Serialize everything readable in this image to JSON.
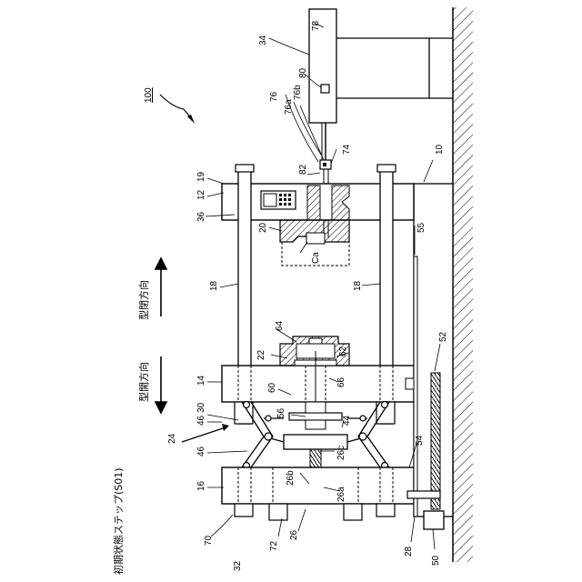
{
  "figure": {
    "step_caption": "初期状態ステップ(S01)",
    "direction_close": "型閉方向",
    "direction_open": "型開方向",
    "reference": "100"
  },
  "labels": {
    "r10": "10",
    "r12": "12",
    "r14": "14",
    "r16": "16",
    "r18a": "18",
    "r18b": "18",
    "r19": "19",
    "r20": "20",
    "r22": "22",
    "r24": "24",
    "r26": "26",
    "r26a": "26a",
    "r26b": "26b",
    "r26c": "26c",
    "r28": "28",
    "r30": "30",
    "r32": "32",
    "r34": "34",
    "r36": "36",
    "r44": "44",
    "r46a": "46",
    "r46b": "46",
    "r50": "50",
    "r52": "52",
    "r54": "54",
    "r55": "55",
    "r56": "56",
    "r60": "60",
    "r62": "62",
    "r64": "64",
    "r66": "66",
    "r70": "70",
    "r72": "72",
    "r74": "74",
    "r76": "76",
    "r76a": "76a",
    "r76b": "76b",
    "r78": "78",
    "r80": "80",
    "r82": "82",
    "rCa": "Ca"
  }
}
